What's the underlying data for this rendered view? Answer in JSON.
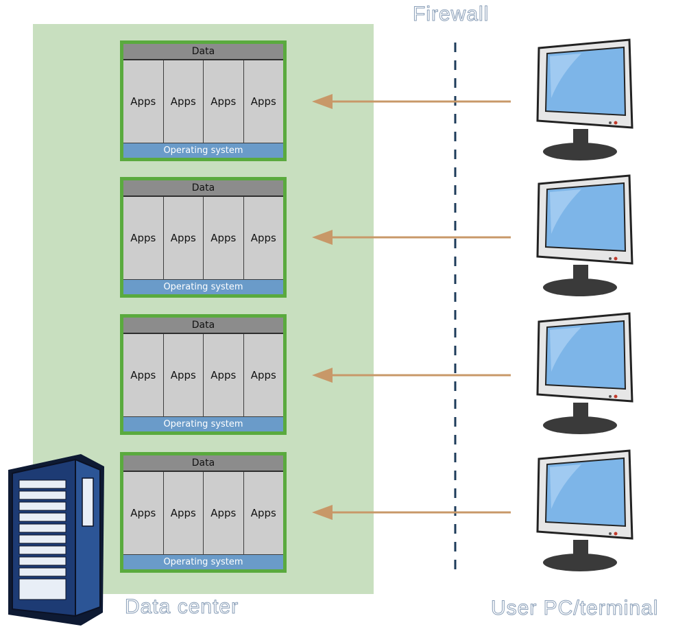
{
  "labels": {
    "firewall": "Firewall",
    "data_center": "Data center",
    "user_pc": "User PC/terminal"
  },
  "virtual_machines": [
    {
      "data": "Data",
      "apps": [
        "Apps",
        "Apps",
        "Apps",
        "Apps"
      ],
      "os": "Operating system"
    },
    {
      "data": "Data",
      "apps": [
        "Apps",
        "Apps",
        "Apps",
        "Apps"
      ],
      "os": "Operating system"
    },
    {
      "data": "Data",
      "apps": [
        "Apps",
        "Apps",
        "Apps",
        "Apps"
      ],
      "os": "Operating system"
    },
    {
      "data": "Data",
      "apps": [
        "Apps",
        "Apps",
        "Apps",
        "Apps"
      ],
      "os": "Operating system"
    }
  ],
  "colors": {
    "data_center_bg": "#c8dfbf",
    "vm_border": "#5aaa3e",
    "os_bar": "#6a9bc9",
    "arrow": "#c89868",
    "firewall_line": "#1d3b5a",
    "server": "#1d3b74",
    "monitor_screen": "#7db5e8"
  },
  "icons": [
    "server-rack-icon",
    "monitor-icon"
  ]
}
